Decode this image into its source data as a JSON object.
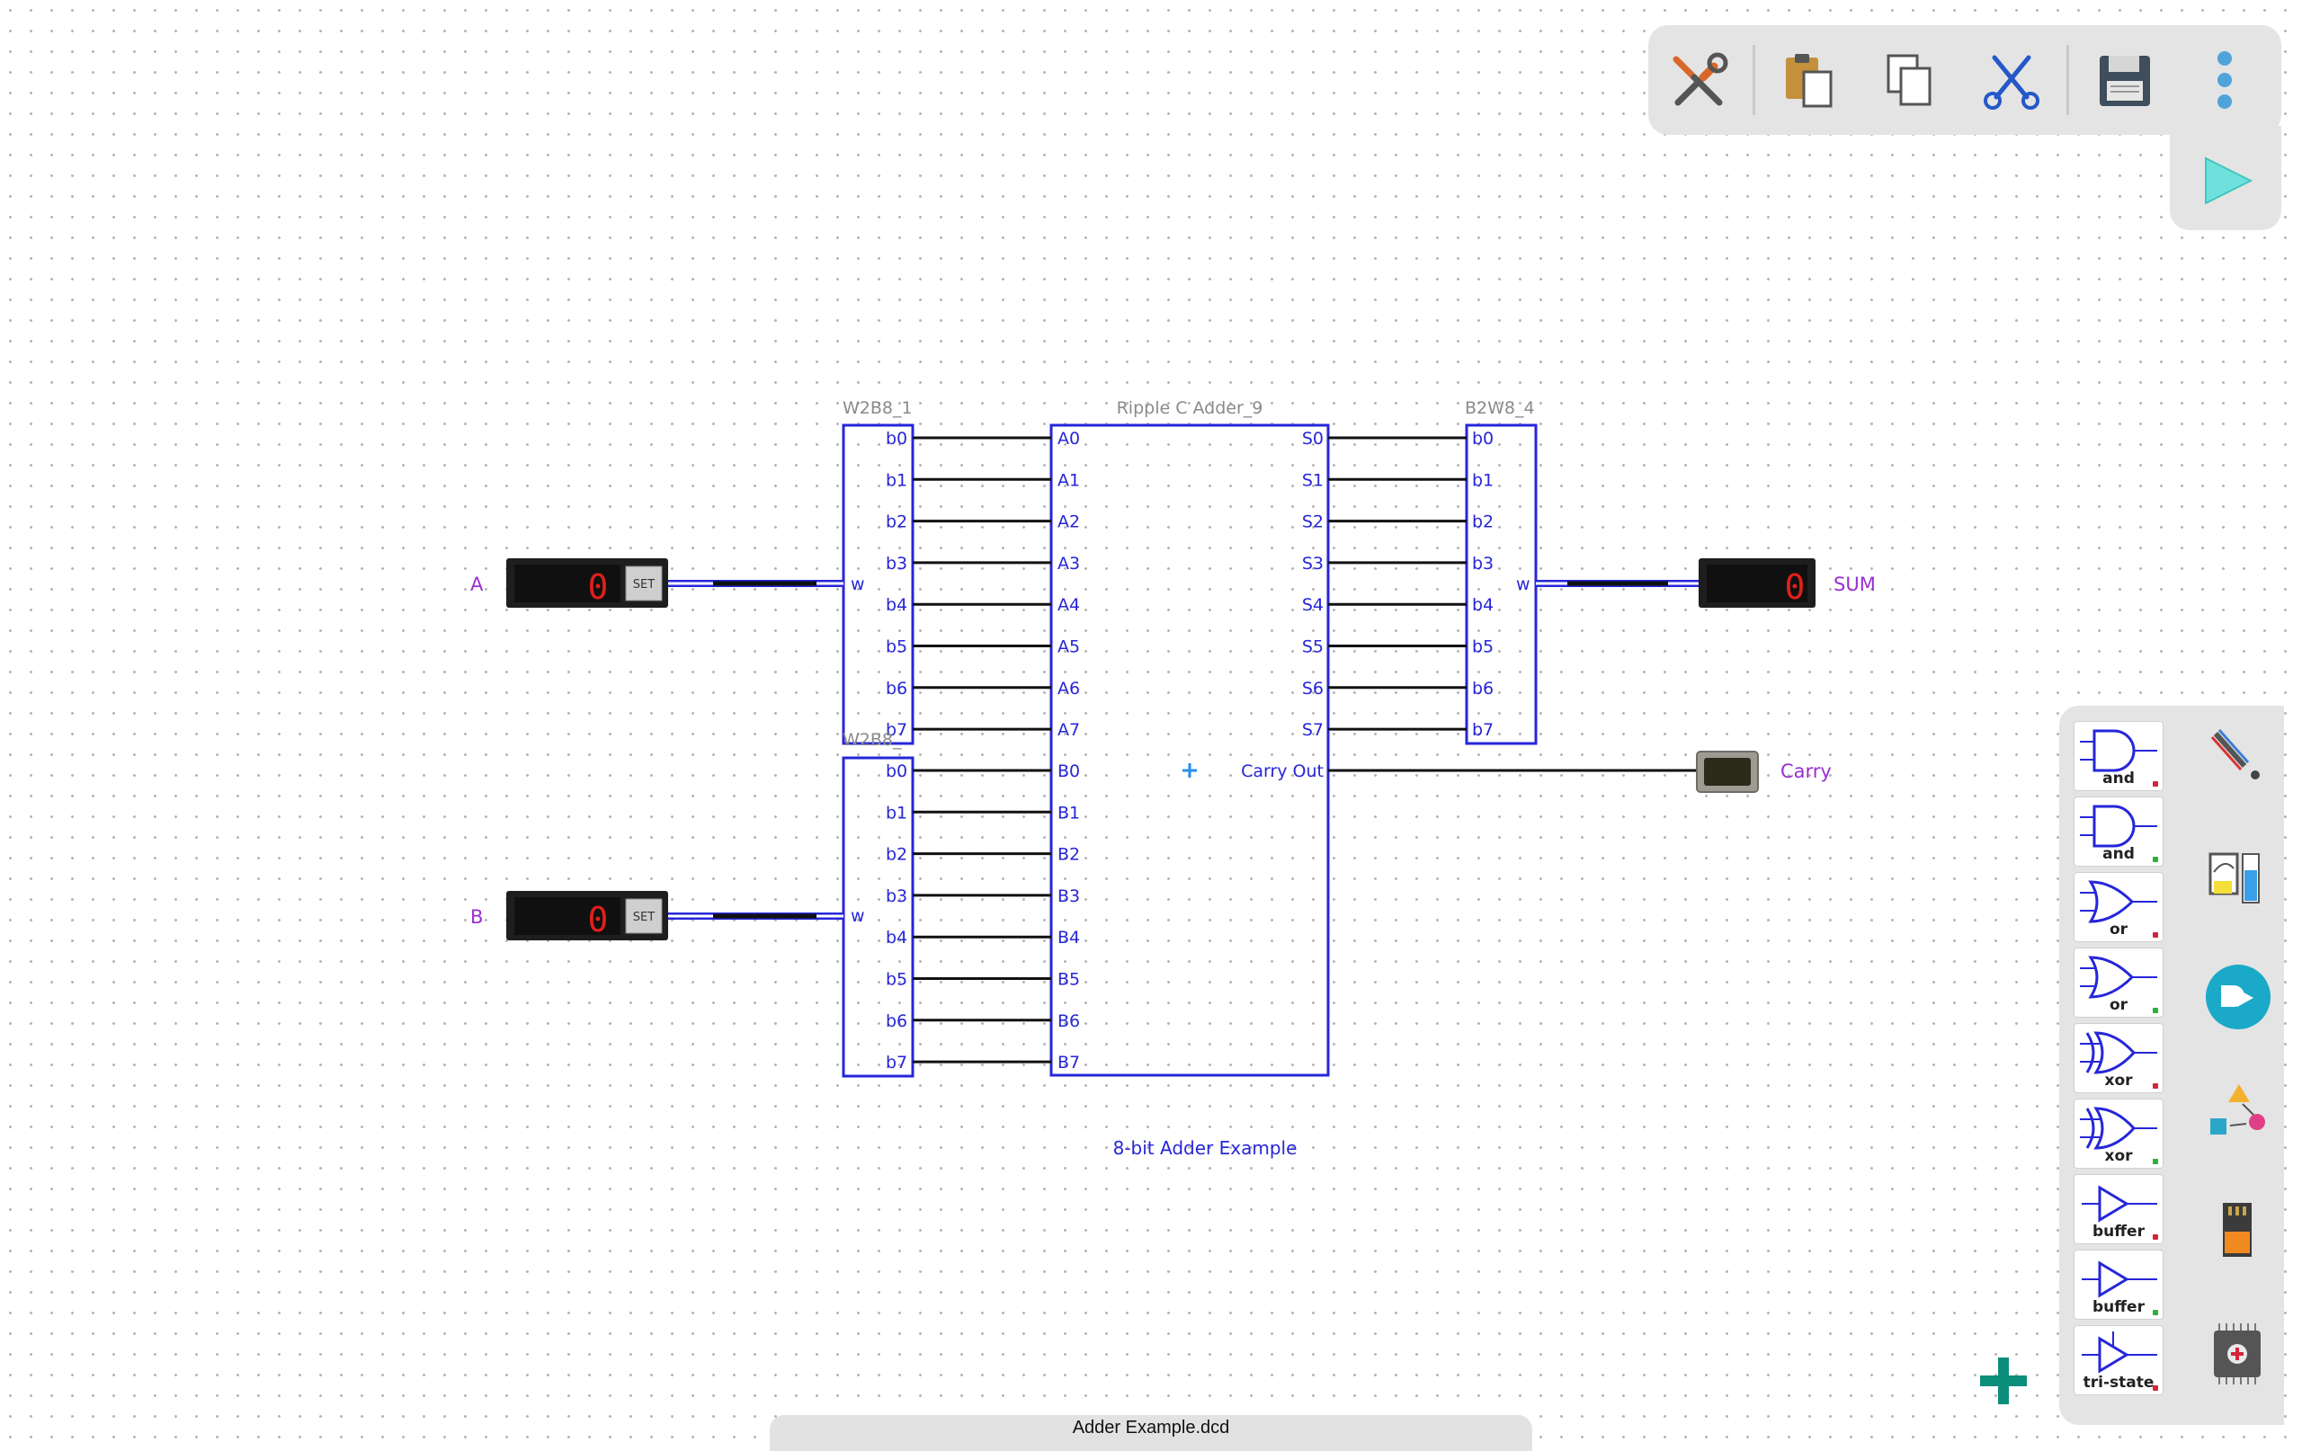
{
  "toolbar": {
    "buttons": [
      {
        "name": "settings",
        "icon": "tools-icon"
      },
      {
        "name": "paste",
        "icon": "paste-icon"
      },
      {
        "name": "copy",
        "icon": "copy-icon"
      },
      {
        "name": "cut",
        "icon": "scissors-icon"
      },
      {
        "name": "save",
        "icon": "save-icon"
      },
      {
        "name": "more",
        "icon": "more-vertical-icon"
      }
    ],
    "run_icon": "play-icon"
  },
  "circuit": {
    "splitter_a": {
      "label": "W2B8_1",
      "bus_pin": "w",
      "bits": [
        "b0",
        "b1",
        "b2",
        "b3",
        "b4",
        "b5",
        "b6",
        "b7"
      ]
    },
    "splitter_b": {
      "label": "W2B8_",
      "bus_pin": "w",
      "bits": [
        "b0",
        "b1",
        "b2",
        "b3",
        "b4",
        "b5",
        "b6",
        "b7"
      ]
    },
    "adder": {
      "label": "Ripple C Adder_9",
      "a_pins": [
        "A0",
        "A1",
        "A2",
        "A3",
        "A4",
        "A5",
        "A6",
        "A7"
      ],
      "b_pins": [
        "B0",
        "B1",
        "B2",
        "B3",
        "B4",
        "B5",
        "B6",
        "B7"
      ],
      "s_pins": [
        "S0",
        "S1",
        "S2",
        "S3",
        "S4",
        "S5",
        "S6",
        "S7"
      ],
      "carry_pin": "Carry Out"
    },
    "combiner": {
      "label": "B2W8_4",
      "bus_pin": "w",
      "bits": [
        "b0",
        "b1",
        "b2",
        "b3",
        "b4",
        "b5",
        "b6",
        "b7"
      ]
    },
    "input_a": {
      "label": "A",
      "value": "0",
      "button": "SET"
    },
    "input_b": {
      "label": "B",
      "value": "0",
      "button": "SET"
    },
    "output_sum": {
      "label": "SUM",
      "value": "0"
    },
    "output_carry": {
      "label": "Carry"
    },
    "caption": "8-bit Adder Example"
  },
  "palette": {
    "items": [
      {
        "label": "and",
        "gate": "and",
        "marker": "red"
      },
      {
        "label": "and",
        "gate": "and",
        "marker": "green"
      },
      {
        "label": "or",
        "gate": "or",
        "marker": "red"
      },
      {
        "label": "or",
        "gate": "or",
        "marker": "green"
      },
      {
        "label": "xor",
        "gate": "xor",
        "marker": "red"
      },
      {
        "label": "xor",
        "gate": "xor",
        "marker": "green"
      },
      {
        "label": "buffer",
        "gate": "buffer",
        "marker": "red"
      },
      {
        "label": "buffer",
        "gate": "buffer",
        "marker": "green"
      },
      {
        "label": "tri-state",
        "gate": "tristate",
        "marker": "red"
      }
    ],
    "categories": [
      "wire-icon",
      "io-devices-icon",
      "logic-gates-icon",
      "shapes-icon",
      "memory-card-icon",
      "chip-icon"
    ],
    "active_category": "logic-gates-icon"
  },
  "colors": {
    "component": "#2626d9",
    "label": "#9b2fd0",
    "led_digit": "#e0201a",
    "accent": "#1aa9c8",
    "add_button": "#0c8e7c"
  },
  "add_button_icon": "plus-icon",
  "file": {
    "name": "Adder Example.dcd"
  }
}
